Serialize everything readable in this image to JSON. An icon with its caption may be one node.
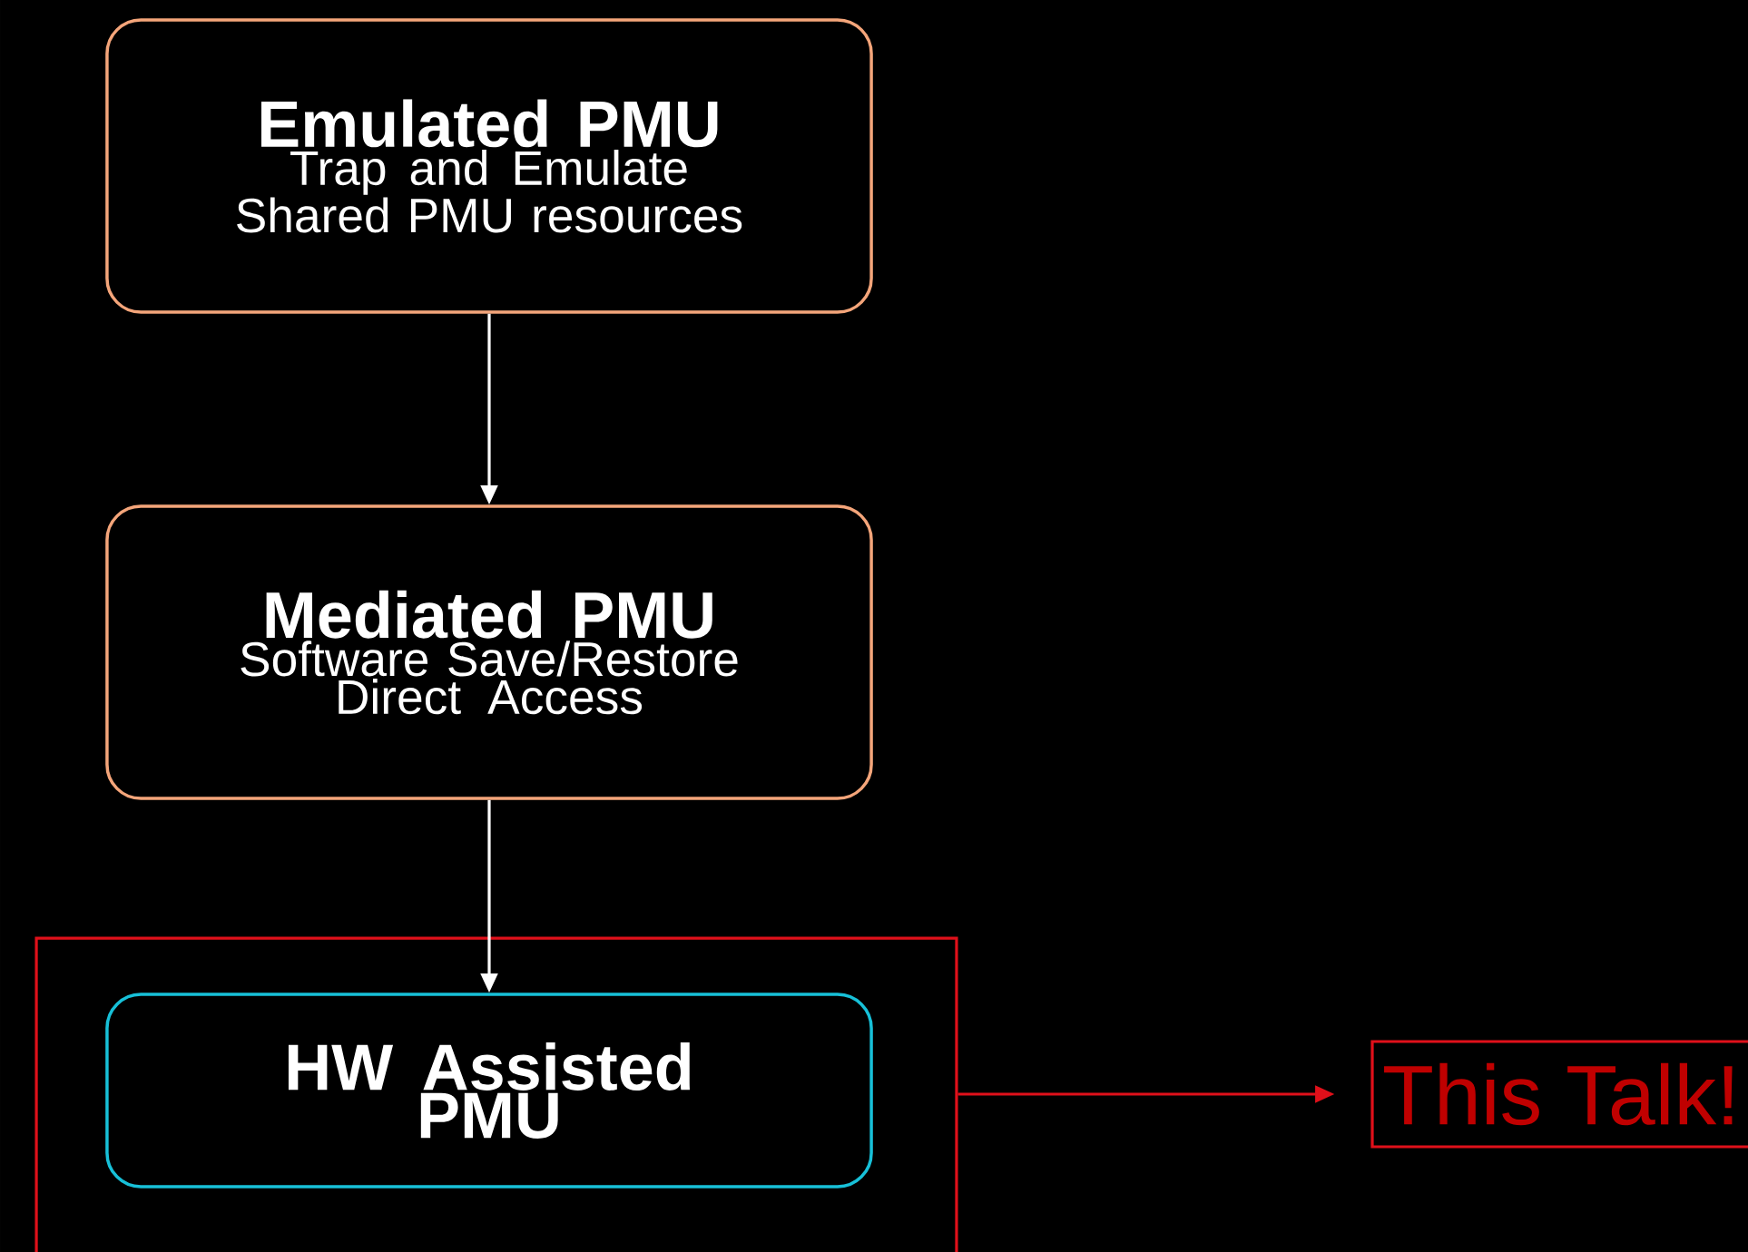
{
  "diagram": {
    "nodes": [
      {
        "text": [
          "Emulated PMU",
          "Trap and Emulate Shared PMU resources"
        ]
      },
      {
        "text": [
          "Mediated PMU",
          "Software Save/Restore Direct Access"
        ]
      },
      {
        "text": [],
        "shape": "box"
      },
      {
        "text": [
          "HW Assisted PMU"
        ],
        "in": 2
      },
      {
        "text": [
          "This Talk!"
        ]
      }
    ],
    "edges": [
      {
        "from": 0,
        "to": 1,
        "arrow": "to"
      },
      {
        "from": 1,
        "to": 3,
        "arrow": "to"
      },
      {
        "from": 2,
        "to": 4,
        "arrow": "to",
        "color": "#e0101a"
      }
    ]
  }
}
